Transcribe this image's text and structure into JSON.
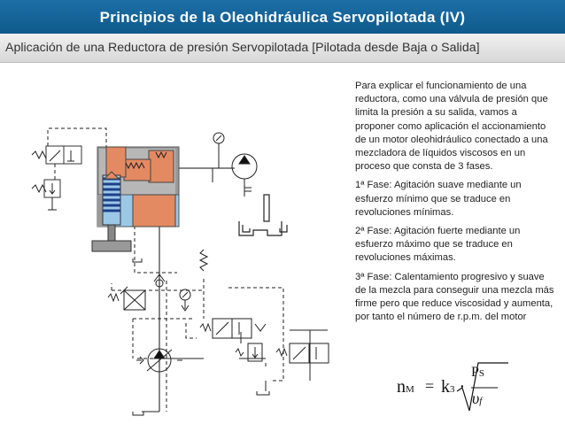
{
  "header": {
    "title": "Principios de la Oleohidráulica Servopilotada (IV)",
    "subtitle": "Aplicación de una Reductora de presión Servopilotada [Pilotada desde Baja o Salida]"
  },
  "description": {
    "intro": "Para explicar el funcionamiento de una reductora, como una válvula de presión que limita la presión a su salida, vamos a proponer como aplicación el accionamiento de un motor oleohidráulico conectado a una mezcladora de líquidos viscosos en un proceso que consta de 3 fases.",
    "phase1": "1ª Fase: Agitación suave mediante un esfuerzo mínimo que se traduce en revoluciones mínimas.",
    "phase2": "2ª Fase: Agitación fuerte mediante un esfuerzo máximo que se traduce en revoluciones máximas.",
    "phase3": "3ª Fase: Calentamiento progresivo y suave de la mezcla para conseguir una mezcla más firme pero que reduce viscosidad y aumenta, por tanto el número de r.p.m. del motor"
  },
  "formula": {
    "n": "n",
    "n_sub": "M",
    "eq": "=",
    "k": "k",
    "k_sub": "3",
    "dot": "·",
    "ps": "P",
    "ps_sub": "S",
    "nu": "υ",
    "nu_sub": "f"
  },
  "colors": {
    "header_bg": "#1466a0",
    "valve_body": "#e48a62",
    "valve_housing": "#8a8a8a",
    "oil_blue": "#9cc8e8",
    "spring_blue": "#3b77c0"
  }
}
